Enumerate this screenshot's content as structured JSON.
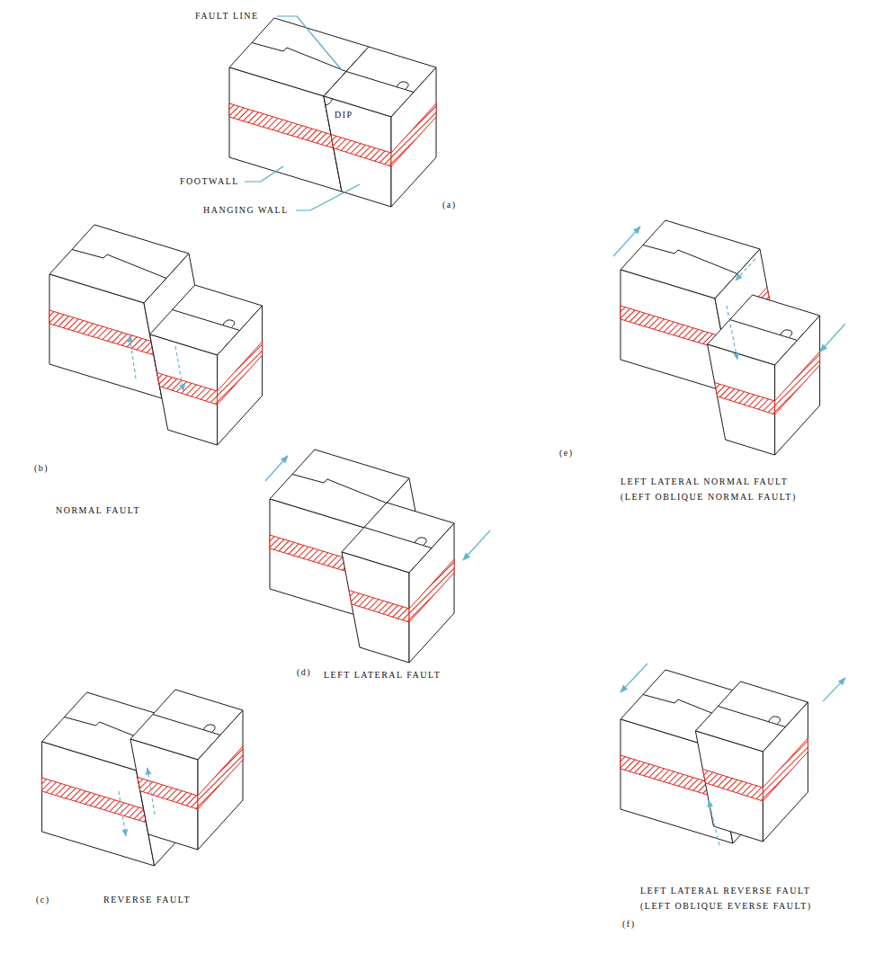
{
  "diagram": {
    "labels": [
      "FAULT LINE",
      "DIP",
      "FOOTWALL",
      "HANGING WALL",
      "(a)",
      "(e)",
      "LEFT LATERAL NORMAL FAULT",
      "(LEFT OBLIQUE NORMAL FAULT)",
      "(b)",
      "NORMAL FAULT",
      "(d)",
      "LEFT LATERAL FAULT",
      "(c)",
      "REVERSE FAULT",
      "LEFT LATERAL REVERSE FAULT",
      "(LEFT OBLIQUE EVERSE FAULT)",
      "(f)"
    ]
  }
}
